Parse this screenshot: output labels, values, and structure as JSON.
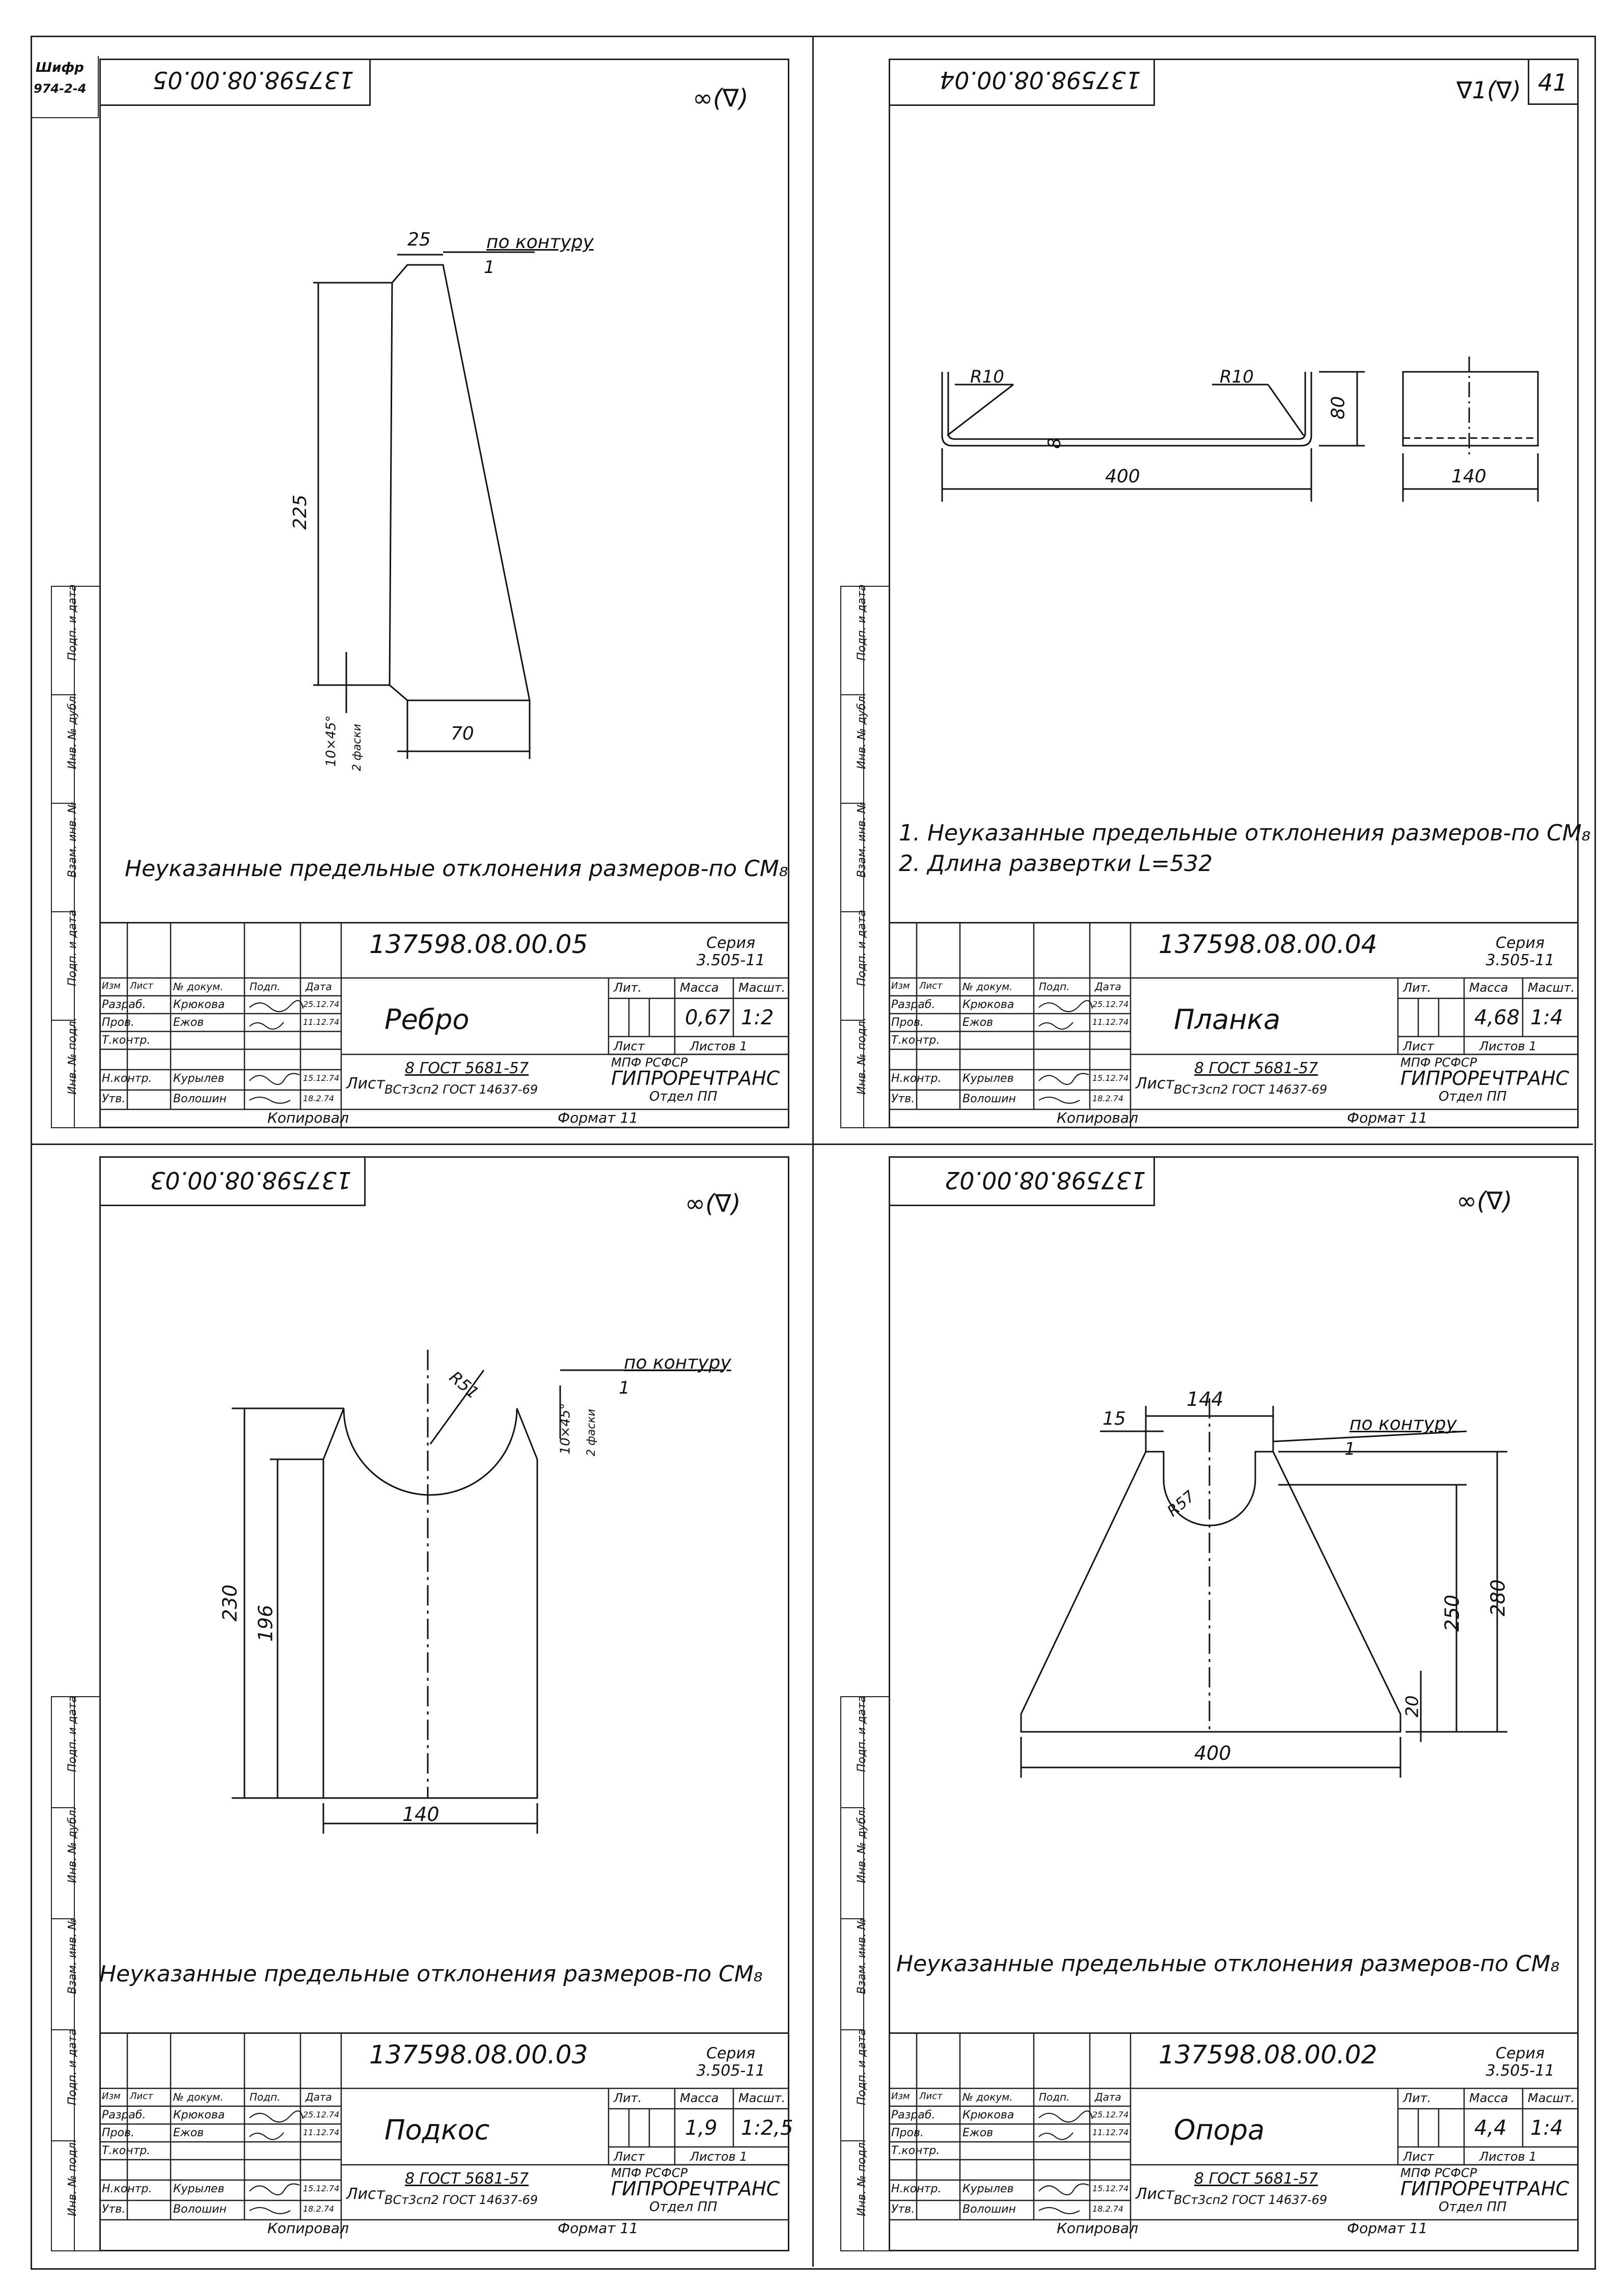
{
  "cipher": {
    "label": "Шифр",
    "value": "974-2-4"
  },
  "side_labels": [
    "Инв. № подл.",
    "Подп. и дата",
    "Взам. инв. №",
    "Инв. № дубл.",
    "Подп. и дата"
  ],
  "sheets": [
    {
      "mirrored_code": "137598.08.00.05",
      "surface_mark": "∞(∇)",
      "page_number": "",
      "notes": [
        "Неуказанные предельные отклонения размеров-по СМ₈"
      ],
      "code": "137598.08.00.05",
      "series": "Серия 3.505-11",
      "name": "Ребро",
      "mass": "0,67",
      "scale": "1:2",
      "material": {
        "top": "8 ГОСТ 5681-57",
        "bottom": "ВСт3сп2 ГОСТ 14637-69",
        "prefix": "Лист"
      },
      "org": {
        "line1": "МПФ РСФСР",
        "line2": "ГИПРОРЕЧТРАНС",
        "line3": "Отдел ПП"
      },
      "sheets_label": "Листов 1",
      "copied": "Копировал",
      "format": "Формат 11",
      "dims": {
        "a": "25",
        "b": "225",
        "c": "70",
        "d": "10×45°",
        "e": "2 фаски",
        "contour": "по контуру",
        "rough": "1"
      }
    },
    {
      "mirrored_code": "137598.08.00.04",
      "surface_mark": "∇1(∇)",
      "page_number": "41",
      "notes": [
        "1. Неуказанные предельные отклонения размеров-по СМ₈",
        "2. Длина развертки L=532"
      ],
      "code": "137598.08.00.04",
      "series": "Серия 3.505-11",
      "name": "Планка",
      "mass": "4,68",
      "scale": "1:4",
      "material": {
        "top": "8 ГОСТ 5681-57",
        "bottom": "ВСт3сп2 ГОСТ 14637-69",
        "prefix": "Лист"
      },
      "org": {
        "line1": "МПФ РСФСР",
        "line2": "ГИПРОРЕЧТРАНС",
        "line3": "Отдел ПП"
      },
      "sheets_label": "Листов 1",
      "copied": "Копировал",
      "format": "Формат 11",
      "dims": {
        "a": "R10",
        "b": "R10",
        "c": "80",
        "d": "400",
        "e": "140",
        "f": "8"
      }
    },
    {
      "mirrored_code": "137598.08.00.03",
      "surface_mark": "∞(∇)",
      "page_number": "",
      "notes": [
        "Неуказанные предельные отклонения размеров-по СМ₈"
      ],
      "code": "137598.08.00.03",
      "series": "Серия 3.505-11",
      "name": "Подкос",
      "mass": "1,9",
      "scale": "1:2,5",
      "material": {
        "top": "8 ГОСТ 5681-57",
        "bottom": "ВСт3сп2 ГОСТ 14637-69",
        "prefix": "Лист"
      },
      "org": {
        "line1": "МПФ РСФСР",
        "line2": "ГИПРОРЕЧТРАНС",
        "line3": "Отдел ПП"
      },
      "sheets_label": "Листов 1",
      "copied": "Копировал",
      "format": "Формат 11",
      "dims": {
        "a": "R51",
        "b": "230",
        "c": "196",
        "d": "140",
        "e": "10×45°",
        "f": "2 фаски",
        "contour": "по контуру",
        "rough": "1"
      }
    },
    {
      "mirrored_code": "137598.08.00.02",
      "surface_mark": "∞(∇)",
      "page_number": "",
      "notes": [
        "Неуказанные предельные отклонения размеров-по СМ₈"
      ],
      "code": "137598.08.00.02",
      "series": "Серия 3.505-11",
      "name": "Опора",
      "mass": "4,4",
      "scale": "1:4",
      "material": {
        "top": "8 ГОСТ 5681-57",
        "bottom": "ВСт3сп2 ГОСТ 14637-69",
        "prefix": "Лист"
      },
      "org": {
        "line1": "МПФ РСФСР",
        "line2": "ГИПРОРЕЧТРАНС",
        "line3": "Отдел ПП"
      },
      "sheets_label": "Листов 1",
      "copied": "Копировал",
      "format": "Формат 11",
      "dims": {
        "a": "144",
        "b": "15",
        "c": "R57",
        "d": "250",
        "e": "280",
        "f": "20",
        "g": "400",
        "contour": "по контуру",
        "rough": "1"
      }
    }
  ],
  "stamp_labels": {
    "change": "Изм",
    "sheet": "Лист",
    "doc": "№ докум.",
    "sign": "Подп.",
    "date": "Дата",
    "developed": "Разраб.",
    "checked": "Пров.",
    "tcontrol": "Т.контр.",
    "ncontrol": "Н.контр.",
    "approved": "Утв.",
    "lit": "Лит.",
    "mass": "Масса",
    "scale": "Масшт."
  },
  "people": {
    "developer": "Крюкова",
    "checker": "Ежов",
    "ncontrol": "Курылев",
    "approver": "Волошин"
  },
  "dates": {
    "developer": "25.12.74",
    "checker": "11.12.74",
    "ncontrol": "15.12.74",
    "approver": "18.2.74"
  }
}
